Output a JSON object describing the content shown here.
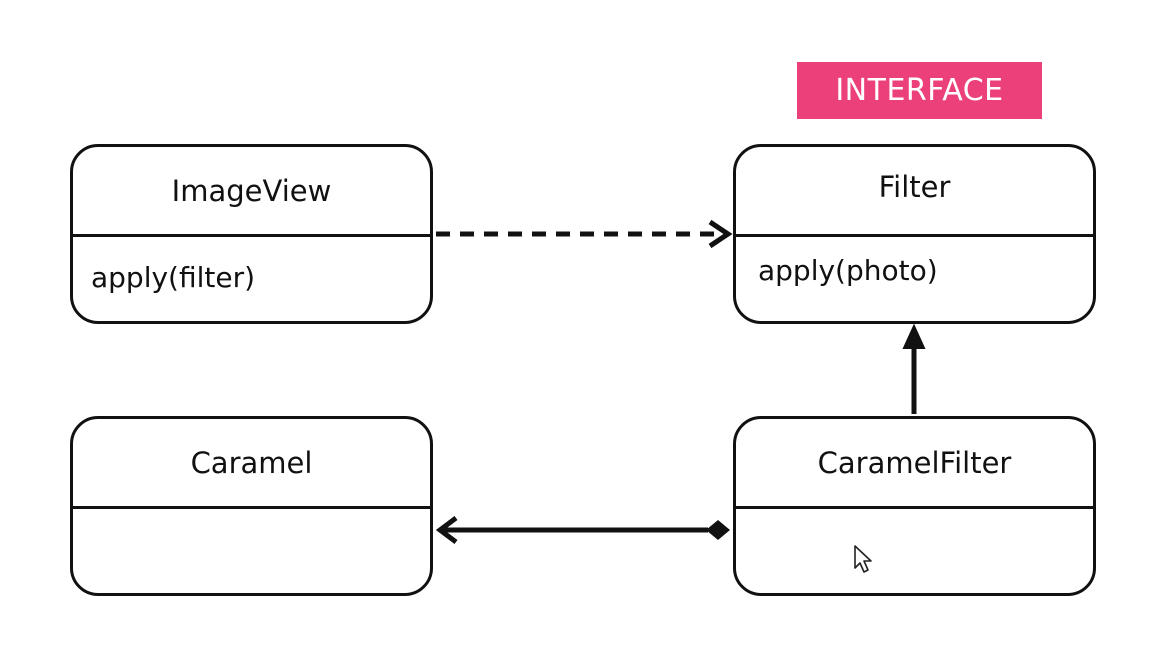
{
  "stereotype": {
    "label": "INTERFACE",
    "color": "#ec407a"
  },
  "classes": {
    "imageview": {
      "name": "ImageView",
      "operation": "apply(filter)"
    },
    "filter": {
      "name": "Filter",
      "operation": "apply(photo)"
    },
    "caramel": {
      "name": "Caramel",
      "operation": ""
    },
    "caramelfilter": {
      "name": "CaramelFilter",
      "operation": ""
    }
  },
  "relations": [
    {
      "from": "ImageView",
      "to": "Filter",
      "kind": "dependency"
    },
    {
      "from": "CaramelFilter",
      "to": "Filter",
      "kind": "inheritance"
    },
    {
      "from": "CaramelFilter",
      "to": "Caramel",
      "kind": "composition"
    }
  ],
  "colors": {
    "line": "#111111",
    "background": "#ffffff"
  }
}
